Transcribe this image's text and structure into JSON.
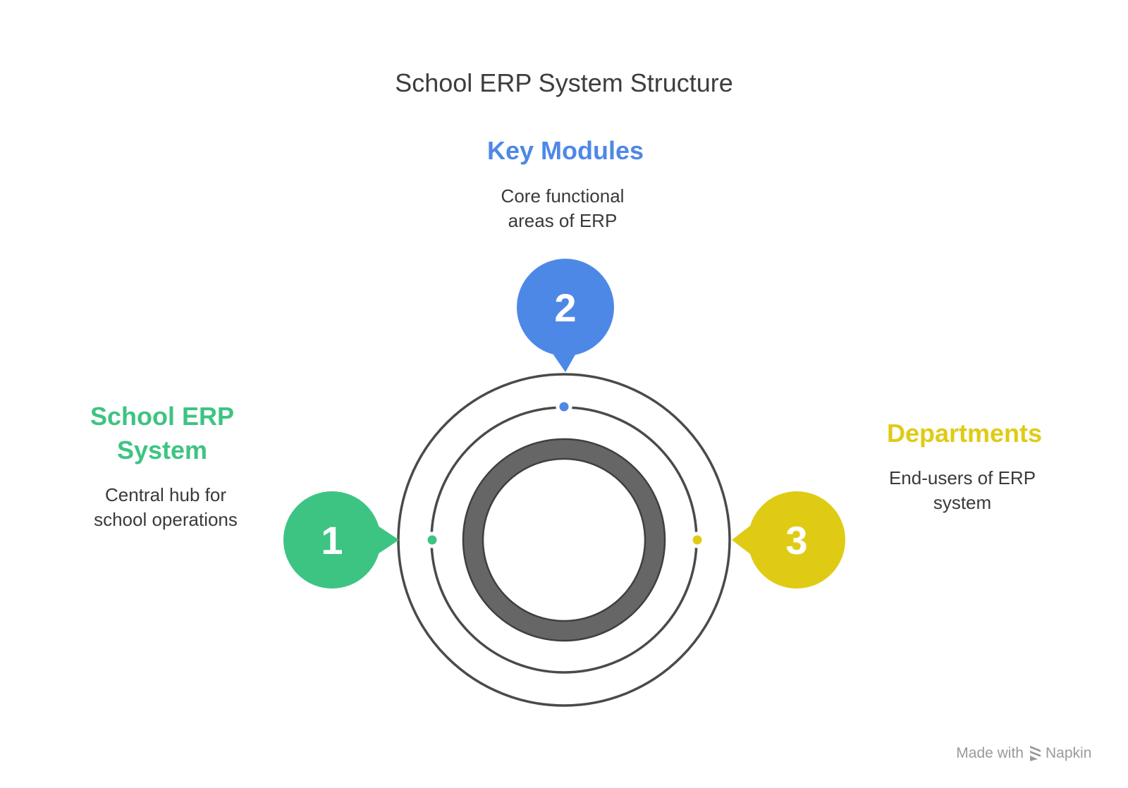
{
  "title": "School ERP System Structure",
  "colors": {
    "green": "#3DC482",
    "blue": "#4E88E6",
    "yellow": "#DFCB14",
    "ring": "#4a4a4a",
    "core": "#666666"
  },
  "items": [
    {
      "number": "1",
      "heading_lines": [
        "School ERP",
        "System"
      ],
      "desc_lines": [
        "Central hub for",
        "school operations"
      ],
      "color": "#3DC482"
    },
    {
      "number": "2",
      "heading_lines": [
        "Key Modules"
      ],
      "desc_lines": [
        "Core functional",
        "areas of ERP"
      ],
      "color": "#4E88E6"
    },
    {
      "number": "3",
      "heading_lines": [
        "Departments"
      ],
      "desc_lines": [
        "End-users of ERP",
        "system"
      ],
      "color": "#DFCB14"
    }
  ],
  "footer": {
    "made_with": "Made with",
    "brand": "Napkin",
    "icon": "napkin-logo-icon"
  }
}
